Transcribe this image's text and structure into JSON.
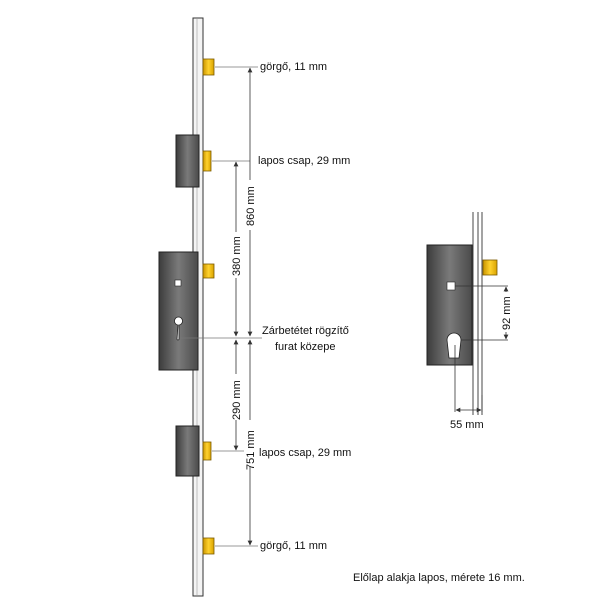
{
  "labels": {
    "roller_top": "görgő, 11 mm",
    "flat_pin_top": "lapos csap, 29 mm",
    "center_line_1": "Zárbetétet rögzítő",
    "center_line_2": "furat közepe",
    "flat_pin_bottom": "lapos csap, 29 mm",
    "roller_bottom": "görgő, 11 mm",
    "footnote": "Előlap alakja lapos, mérete 16 mm."
  },
  "dimensions": {
    "d860": "860 mm",
    "d380": "380 mm",
    "d290": "290 mm",
    "d751": "751 mm",
    "d92": "92 mm",
    "d55": "55 mm"
  },
  "colors": {
    "plate": "#f2f2f2",
    "lock_body": "#5a5a5a",
    "brass": "#e8b400",
    "line": "#333333"
  }
}
